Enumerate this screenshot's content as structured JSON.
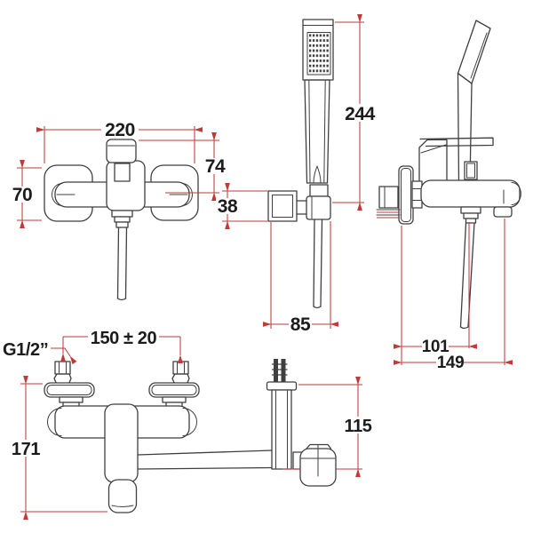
{
  "colors": {
    "background": "#ffffff",
    "line": "#3f3f3f",
    "dimension": "#c13a3a",
    "text": "#1c1c1c"
  },
  "drawing": {
    "type": "technical-dimension-drawing",
    "subject": "wall-mounted bath/shower mixer with square hand shower",
    "views": {
      "front": {
        "name": "mixer front view",
        "dims": {
          "width": "220",
          "handle_height": "74",
          "flange_height": "70"
        }
      },
      "handshower": {
        "name": "hand shower and wall bracket view",
        "dims": {
          "length": "244",
          "bracket_height": "38",
          "bracket_depth": "85"
        }
      },
      "side": {
        "name": "mixer side view with hand shower parked",
        "dims": {
          "wall_to_hose": "101",
          "wall_to_spout": "149"
        }
      },
      "plan": {
        "name": "installation / top view",
        "dims": {
          "thread": "G1/2”",
          "inlet_centers": "150 ± 20",
          "total_height": "171",
          "outlet_height": "115"
        }
      }
    }
  }
}
